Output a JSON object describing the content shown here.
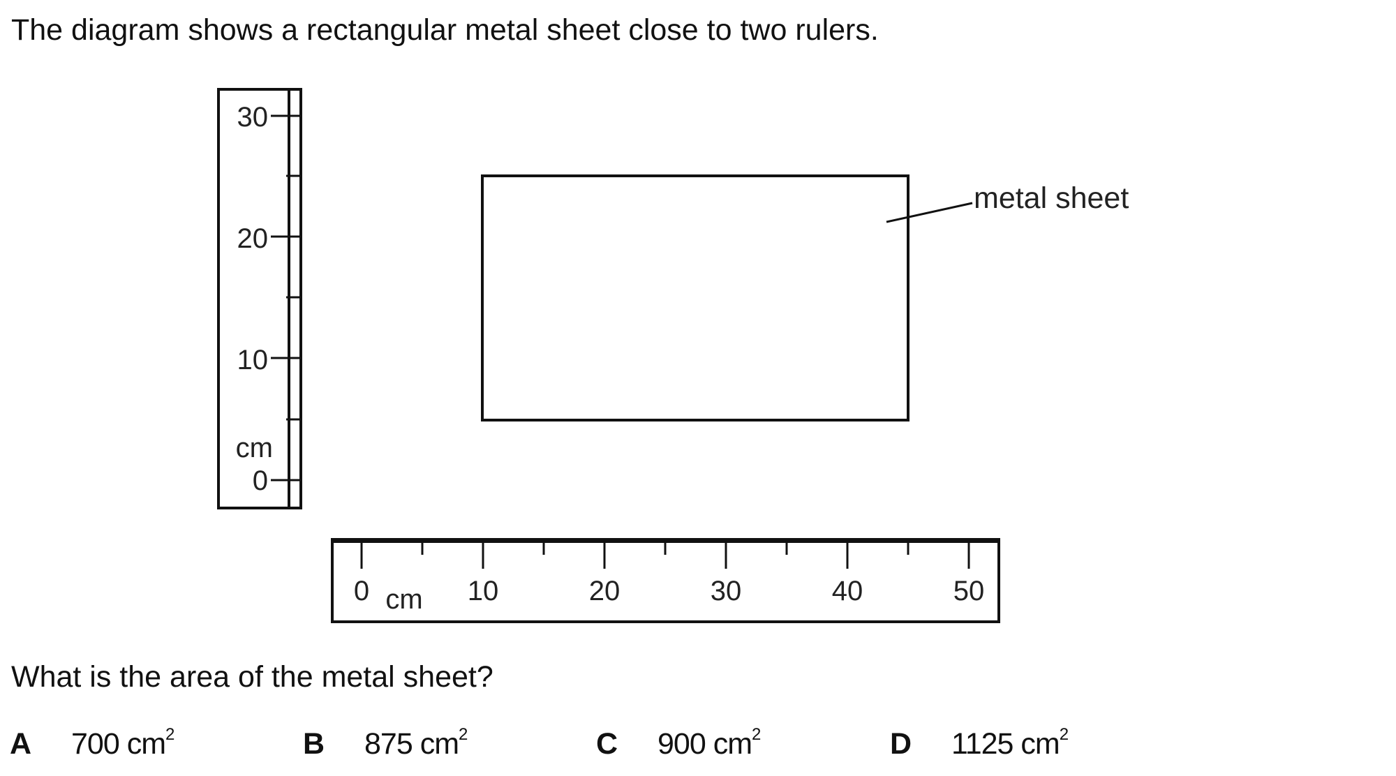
{
  "statement": "The diagram shows a rectangular metal sheet close to two rulers.",
  "question": "What is the area of the metal sheet?",
  "diagram": {
    "sheet_label": "metal sheet",
    "vertical_ruler": {
      "unit": "cm",
      "labels": [
        "0",
        "10",
        "20",
        "30"
      ]
    },
    "horizontal_ruler": {
      "unit": "cm",
      "labels": [
        "0",
        "10",
        "20",
        "30",
        "40",
        "50"
      ]
    }
  },
  "options": [
    {
      "letter": "A",
      "value": "700 cm",
      "power": "2"
    },
    {
      "letter": "B",
      "value": "875 cm",
      "power": "2"
    },
    {
      "letter": "C",
      "value": "900 cm",
      "power": "2"
    },
    {
      "letter": "D",
      "value": "1125 cm",
      "power": "2"
    }
  ]
}
